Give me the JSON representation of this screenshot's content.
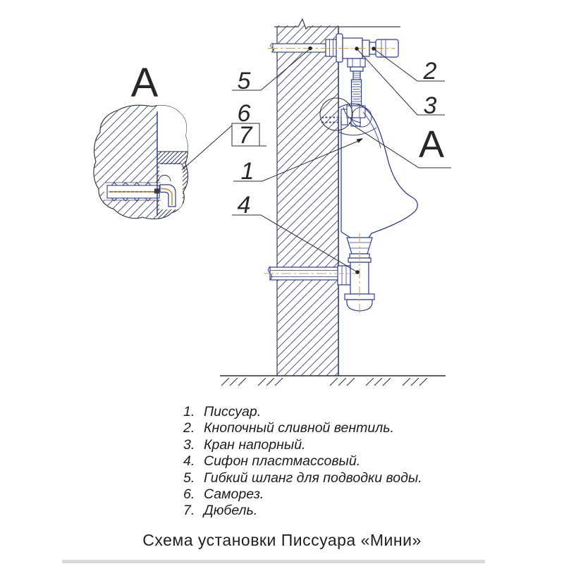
{
  "page": {
    "title": "Схема установки Писсуара «Мини»"
  },
  "detail_view": {
    "label": "А"
  },
  "view_marker": {
    "label": "А"
  },
  "callouts": {
    "c1": "1",
    "c2": "2",
    "c3": "3",
    "c4": "4",
    "c5": "5",
    "c6": "6",
    "c7": "7"
  },
  "legend": {
    "items": [
      {
        "num": "1.",
        "text": "Писсуар."
      },
      {
        "num": "2.",
        "text": "Кнопочный сливной вентиль."
      },
      {
        "num": "3.",
        "text": "Кран напорный."
      },
      {
        "num": "4.",
        "text": "Сифон пластмассовый."
      },
      {
        "num": "5.",
        "text": "Гибкий шланг для подводки воды."
      },
      {
        "num": "6.",
        "text": "Саморез."
      },
      {
        "num": "7.",
        "text": "Дюбель."
      }
    ]
  },
  "colors": {
    "fixture_line": "#2d3c8f",
    "hatch_line": "#4d5a92",
    "ink": "#26262b",
    "centerline": "#c9a266"
  }
}
